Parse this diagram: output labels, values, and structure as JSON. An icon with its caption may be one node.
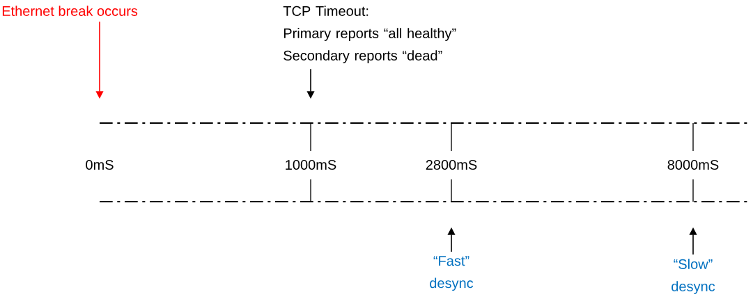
{
  "diagram": {
    "nodes": [
      {
        "text": [
          "Ethernet break occurs"
        ]
      },
      {
        "text": [
          "TCP Timeout:",
          "Primary reports “all healthy” Secondary reports “dead”"
        ]
      },
      {
        "text": [
          "“Fast” desync"
        ]
      },
      {
        "text": [
          "“Slow” desync"
        ]
      }
    ],
    "edges": [
      {
        "from": 0,
        "to": null,
        "arrow": "to",
        "color": "#ff0000"
      },
      {
        "from": 1,
        "to": null,
        "arrow": "to"
      },
      {
        "from": 2,
        "to": null,
        "arrow": "to"
      },
      {
        "from": 3,
        "to": null,
        "arrow": "to"
      }
    ],
    "labels": [
      "0mS",
      "1000mS",
      "2800mS",
      "8000mS"
    ]
  }
}
